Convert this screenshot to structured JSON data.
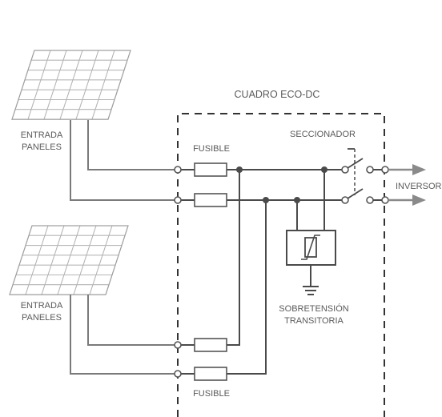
{
  "box": {
    "title": "CUADRO ECO-DC"
  },
  "panels": [
    {
      "label_line1": "ENTRADA",
      "label_line2": "PANELES"
    },
    {
      "label_line1": "ENTRADA",
      "label_line2": "PANELES"
    }
  ],
  "fuse_labels": {
    "top": "FUSIBLE",
    "bottom": "FUSIBLE"
  },
  "switch_label": "SECCIONADOR",
  "protection": {
    "line1": "SOBRETENSIÓN",
    "line2": "TRANSITORIA"
  },
  "output_label": "INVERSOR",
  "colors": {
    "background": "#ffffff",
    "wire": "#7a7a7a",
    "dark": "#4a4a4a"
  }
}
